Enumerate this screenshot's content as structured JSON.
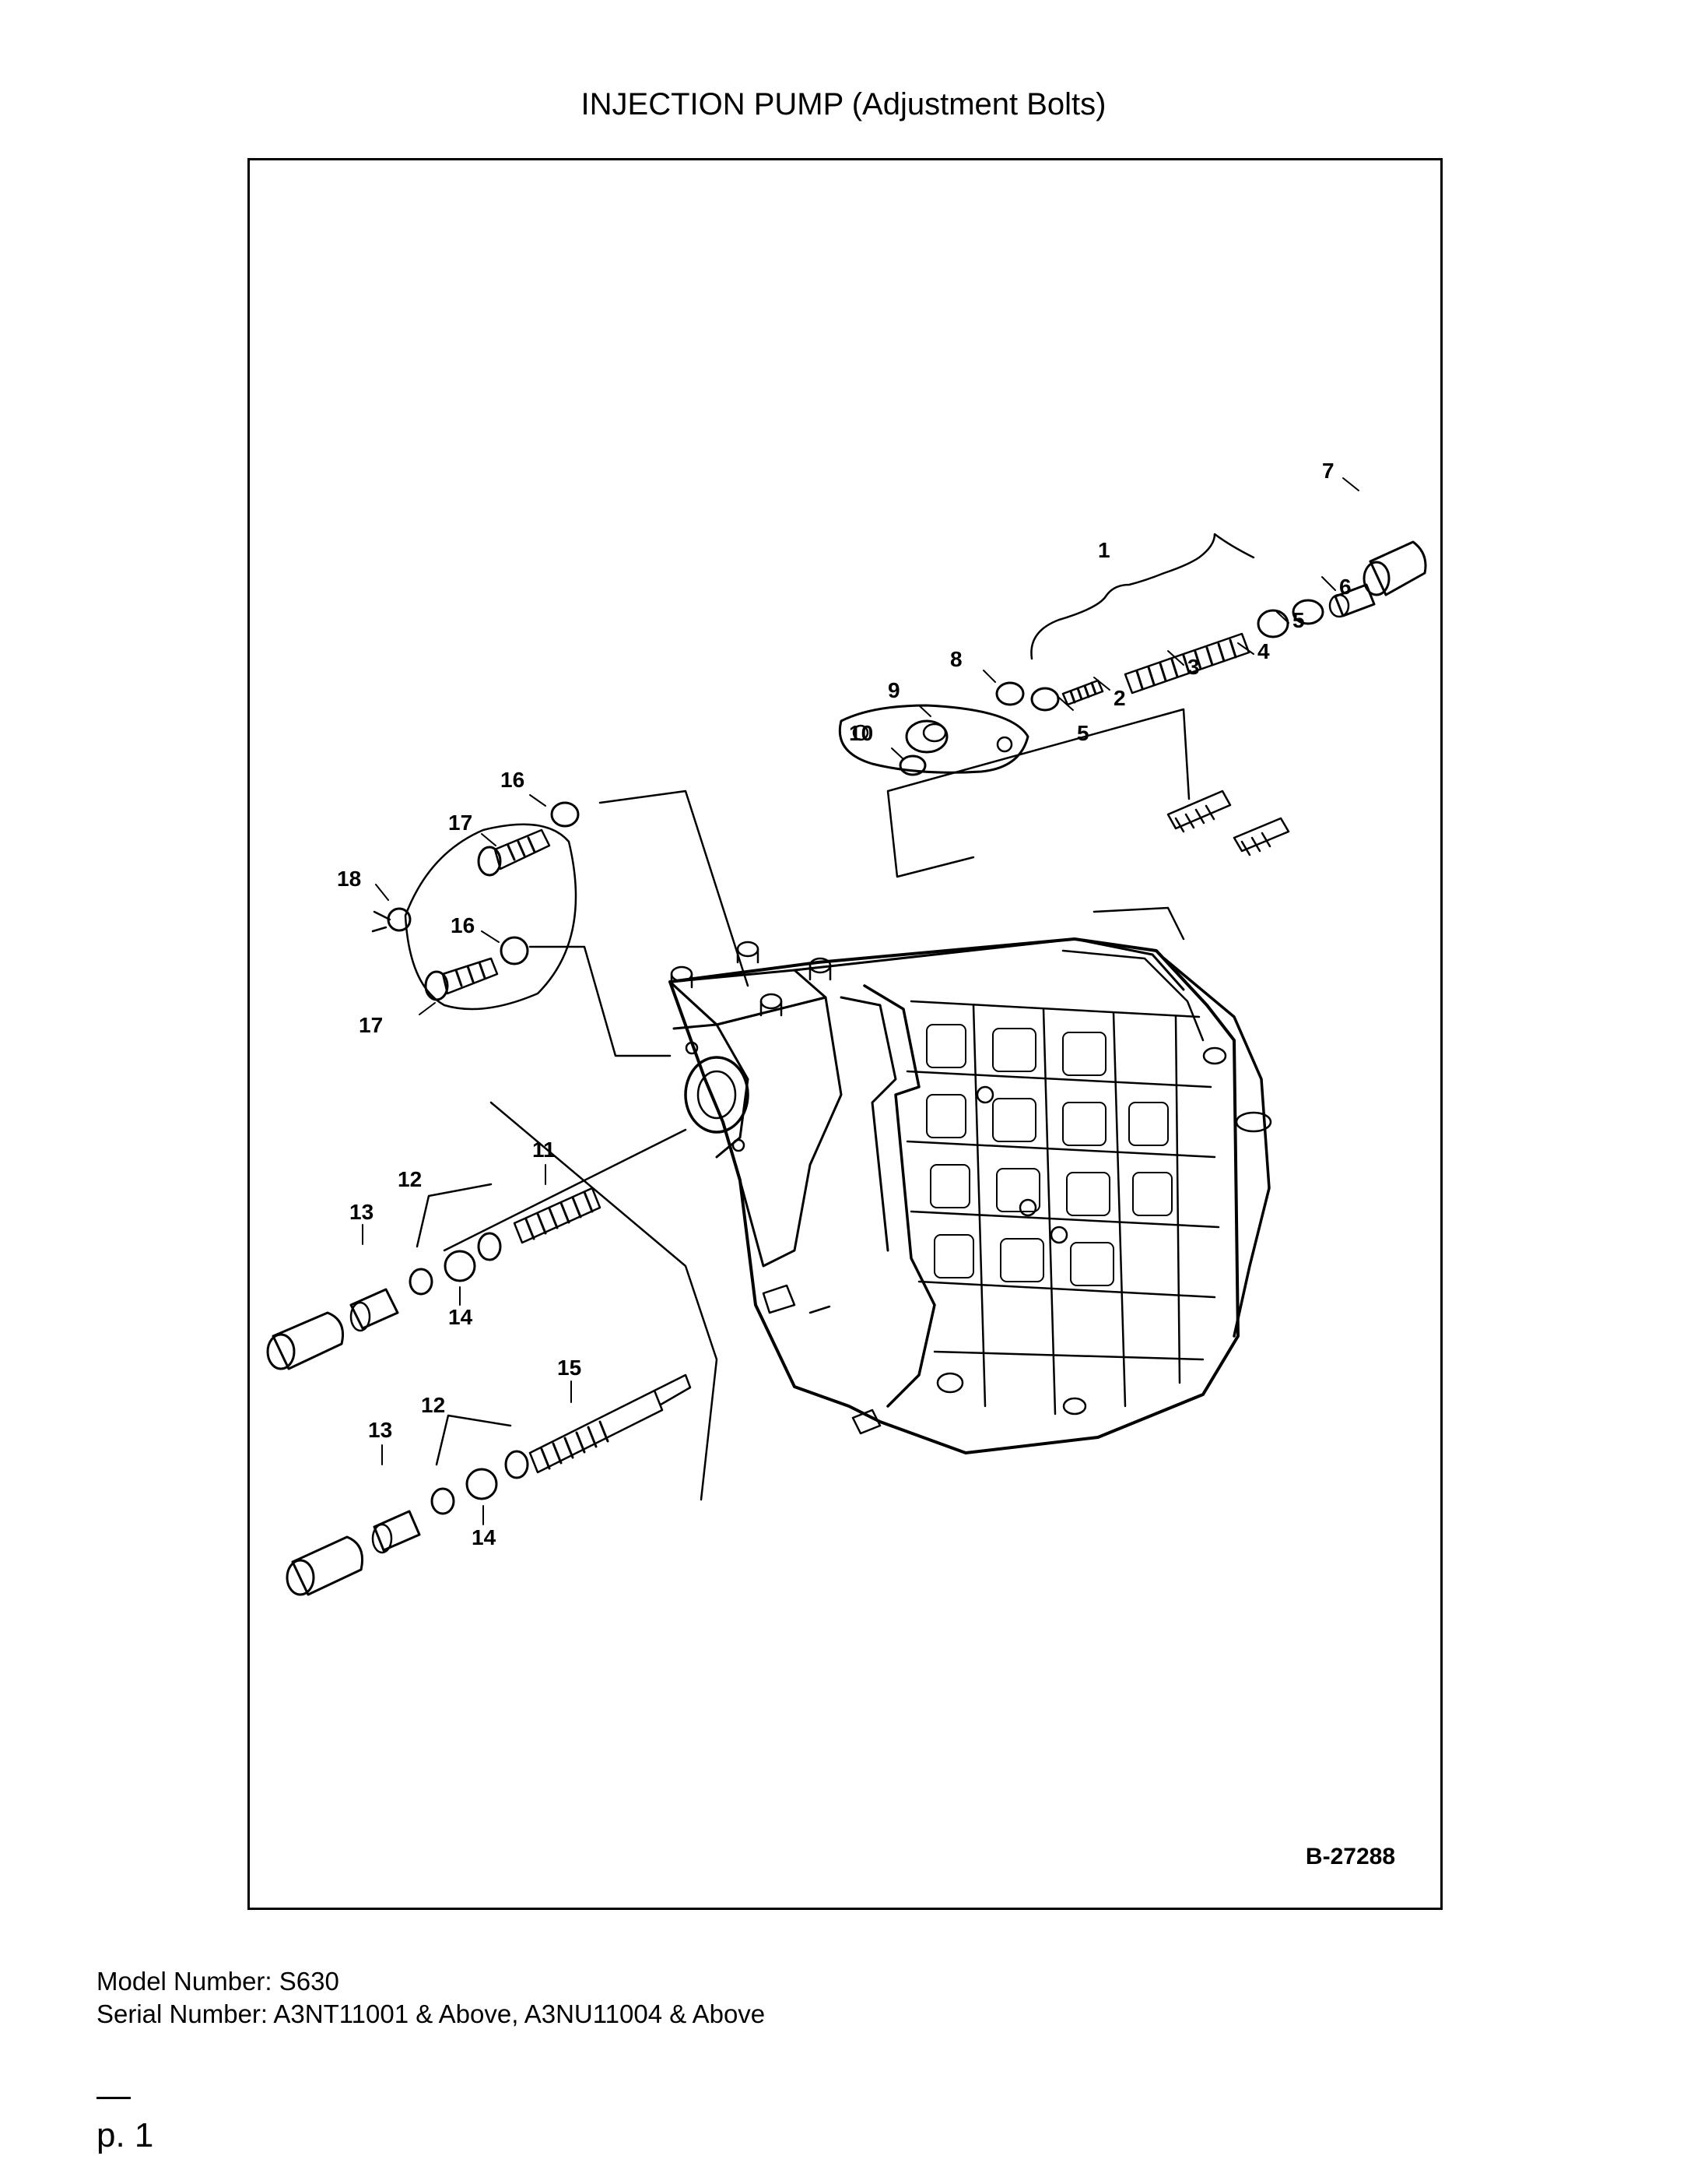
{
  "title": "INJECTION PUMP (Adjustment Bolts)",
  "figure": {
    "id": "B-27288",
    "callouts": [
      "1",
      "2",
      "3",
      "4",
      "5",
      "6",
      "7",
      "8",
      "9",
      "5",
      "10",
      "16",
      "17",
      "18",
      "16",
      "17",
      "11",
      "12",
      "13",
      "14",
      "15",
      "12",
      "13",
      "14"
    ]
  },
  "footer": {
    "model": "Model Number: S630",
    "serial": "Serial Number: A3NT11001 & Above, A3NU11004 & Above",
    "page": "p. 1"
  }
}
